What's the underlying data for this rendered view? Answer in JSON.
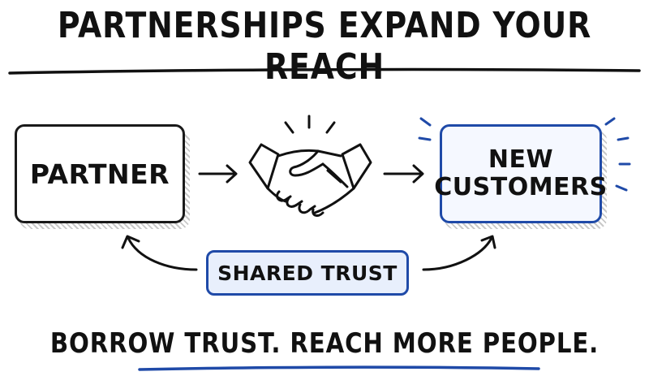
{
  "title": "PARTNERSHIPS EXPAND YOUR REACH",
  "nodes": {
    "partner": "PARTNER",
    "new_customers": "NEW\nCUSTOMERS",
    "shared_trust": "SHARED TRUST"
  },
  "center_icon": "handshake-icon",
  "tagline": "BORROW TRUST. REACH MORE PEOPLE.",
  "colors": {
    "ink": "#111111",
    "accent_blue": "#1f4aa8",
    "trust_fill": "#e8effc"
  }
}
